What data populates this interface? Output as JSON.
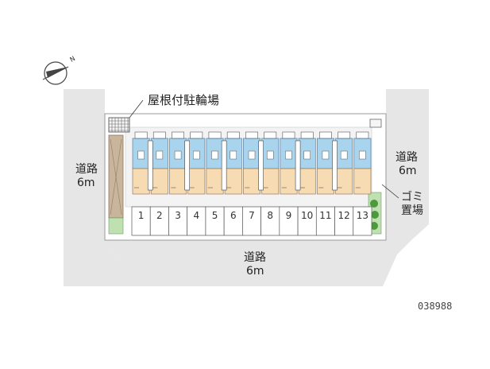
{
  "labels": {
    "bike_parking": "屋根付駐輪場",
    "road_west": [
      "道路",
      "6m"
    ],
    "road_east": [
      "道路",
      "6m"
    ],
    "road_south": [
      "道路",
      "6m"
    ],
    "garbage": [
      "ゴミ",
      "置場"
    ],
    "reference_id": "038988"
  },
  "parking_slots": [
    "1",
    "2",
    "3",
    "4",
    "5",
    "6",
    "7",
    "8",
    "9",
    "10",
    "11",
    "12",
    "13"
  ],
  "compass": {
    "north_mark": "N"
  },
  "colors": {
    "road": "#e6e6e6",
    "unit_upper": "#a9d4ee",
    "unit_lower": "#f7dbb2",
    "bike_parking_floor": "#c9b59c",
    "greenery": "#4c9a3c"
  }
}
